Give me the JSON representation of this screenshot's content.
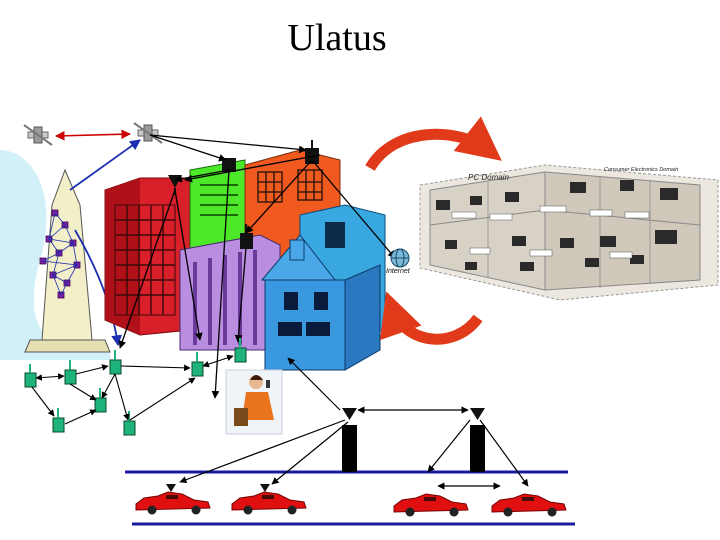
{
  "slide": {
    "title": "Ulatus"
  },
  "diagram": {
    "internet_label": "Internet",
    "home_network": {
      "pc_domain_label": "PC Domain",
      "ce_domain_label": "Consumer Electronics Domain"
    },
    "icons": [
      "satellite-icon",
      "tower-icon",
      "building-icon",
      "house-icon",
      "antenna-icon",
      "sensor-node-icon",
      "globe-icon",
      "person-phone-icon",
      "car-icon",
      "base-station-icon",
      "cycle-arrow-icon"
    ],
    "colors": {
      "link_arrows": "#000000",
      "satellite_link": "#cc0000",
      "tower_link": "#1a2fb0",
      "sensor_nodes": "#1db37a",
      "road_lines": "#1a1aa0",
      "cars": "#e01010",
      "cycle_arrows": "#e03a1a"
    }
  }
}
